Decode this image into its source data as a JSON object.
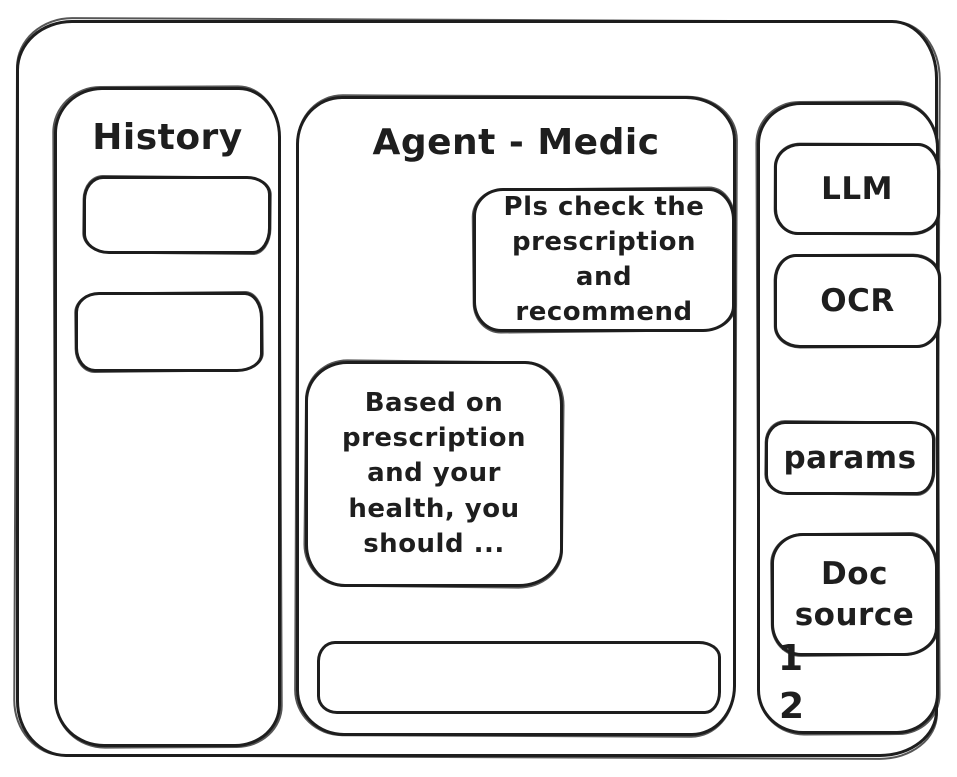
{
  "colors": {
    "stroke": "#1e1e1e",
    "background": "#ffffff"
  },
  "history_panel": {
    "title": "History",
    "items": [
      {
        "label": ""
      },
      {
        "label": ""
      }
    ]
  },
  "chat_panel": {
    "title": "Agent - Medic",
    "messages": [
      {
        "role": "user",
        "text": "Pls check the prescription and recommend"
      },
      {
        "role": "assistant",
        "text": "Based on prescription and your health, you should ..."
      }
    ],
    "input": {
      "value": "",
      "placeholder": ""
    }
  },
  "tools_panel": {
    "buttons": [
      {
        "label": "LLM"
      },
      {
        "label": "OCR"
      },
      {
        "label": "params"
      },
      {
        "label": "Doc source"
      }
    ],
    "doc_source_items": [
      "1",
      "2"
    ]
  }
}
